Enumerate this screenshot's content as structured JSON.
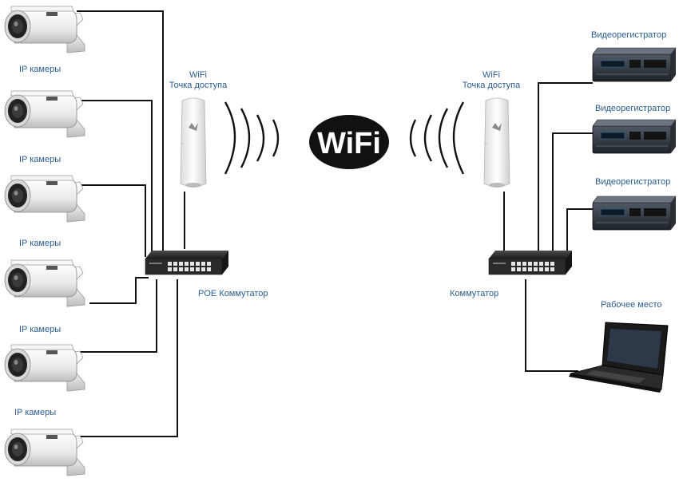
{
  "colors": {
    "label": "#2a5d8f",
    "wire": "#111111",
    "device_dark": "#2b2b2b",
    "device_light": "#f2f2f2"
  },
  "cameras": {
    "label": "IP камеры",
    "count": 6
  },
  "poe_switch": {
    "label": "POE Коммутатор"
  },
  "switch": {
    "label": "Коммутатор"
  },
  "access_point_left": {
    "line1": "WiFi",
    "line2": "Точка доступа"
  },
  "access_point_right": {
    "line1": "WiFi",
    "line2": "Точка доступа"
  },
  "wifi_logo": {
    "text": "WiFi"
  },
  "recorders": [
    {
      "label": "Видеорегистратор"
    },
    {
      "label": "Видеорегистратор"
    },
    {
      "label": "Видеорегистратор"
    }
  ],
  "workstation": {
    "label": "Рабочее место"
  }
}
